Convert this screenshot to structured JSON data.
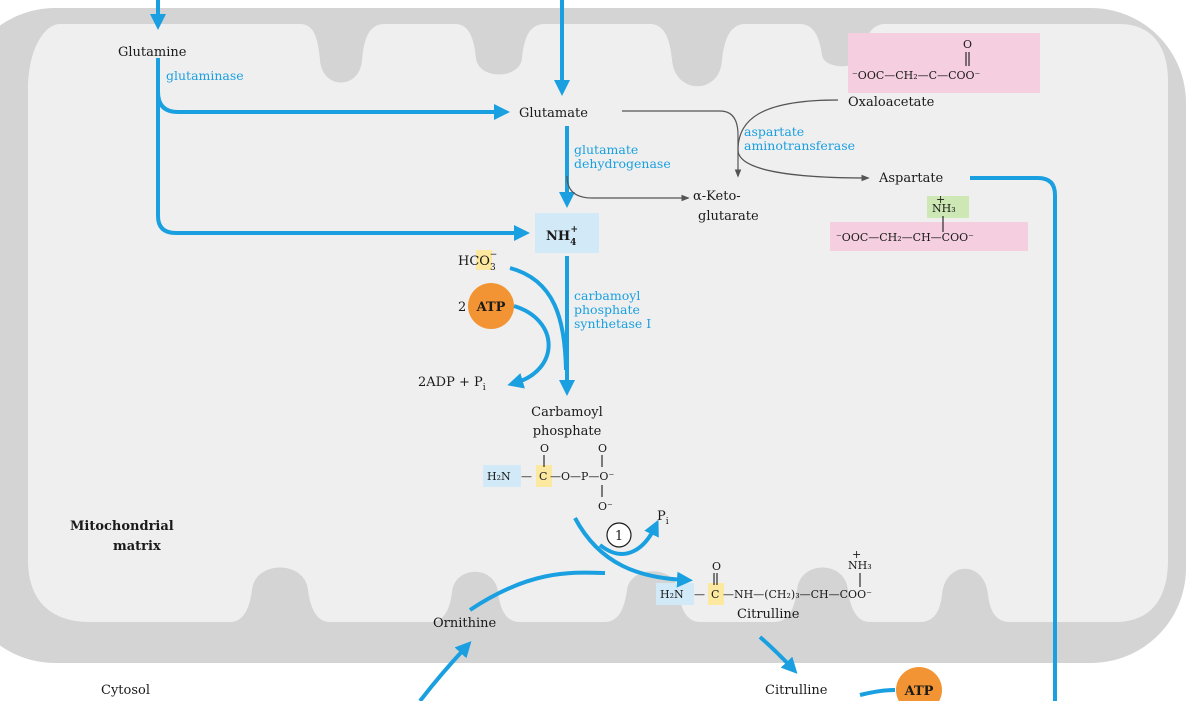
{
  "colors": {
    "mito_fill": "#d4d4d4",
    "matrix_fill": "#efefef",
    "arrow": "#1aa0e0",
    "atp": "#f29433",
    "pink_box": "#f5cfe0",
    "blue_box": "#d2eaf7",
    "green_box": "#cde8b4",
    "yellow_box": "#fde8a0"
  },
  "labels": {
    "glutamine": "Glutamine",
    "glutaminase": "glutaminase",
    "glutamate": "Glutamate",
    "glutamate_dehydrogenase_1": "glutamate",
    "glutamate_dehydrogenase_2": "dehydrogenase",
    "alpha_keto_1": "α-Keto-",
    "alpha_keto_2": "glutarate",
    "oxaloacetate": "Oxaloacetate",
    "aspartate_aminotransferase_1": "aspartate",
    "aspartate_aminotransferase_2": "aminotransferase",
    "aspartate": "Aspartate",
    "nh4": "NH",
    "nh4_sub": "4",
    "nh4_sup": "+",
    "hco3": "HCO",
    "hco3_sub": "3",
    "hco3_sup": "−",
    "atp_count": "2",
    "atp": "ATP",
    "cps_1": "carbamoyl",
    "cps_2": "phosphate",
    "cps_3": "synthetase I",
    "adp": "2ADP + P",
    "adp_sub": "i",
    "carbamoyl_1": "Carbamoyl",
    "carbamoyl_2": "phosphate",
    "step_1": "1",
    "pi": "P",
    "pi_sub": "i",
    "mito_matrix_1": "Mitochondrial",
    "mito_matrix_2": "matrix",
    "ornithine": "Ornithine",
    "citrulline": "Citrulline",
    "cytosol": "Cytosol",
    "citrulline_cytosol": "Citrulline",
    "atp_cytosol": "ATP"
  },
  "structures": {
    "oxaloacetate_formula": "⁻OOC—CH₂—C—COO⁻",
    "oxaloacetate_o": "O",
    "aspartate_formula": "⁻OOC—CH₂—CH—COO⁻",
    "aspartate_nh3": "NH₃",
    "aspartate_nh3_charge": "+",
    "carbamoyl_h2n": "H₂N",
    "carbamoyl_c": "C",
    "carbamoyl_rest": "—O—P—O⁻",
    "carbamoyl_o1": "O",
    "carbamoyl_o2": "O",
    "carbamoyl_o3": "O⁻",
    "citrulline_h2n": "H₂N",
    "citrulline_c": "C",
    "citrulline_rest": "—NH—(CH₂)₃—CH—COO⁻",
    "citrulline_o": "O",
    "citrulline_nh3": "NH₃",
    "citrulline_nh3_charge": "+"
  }
}
